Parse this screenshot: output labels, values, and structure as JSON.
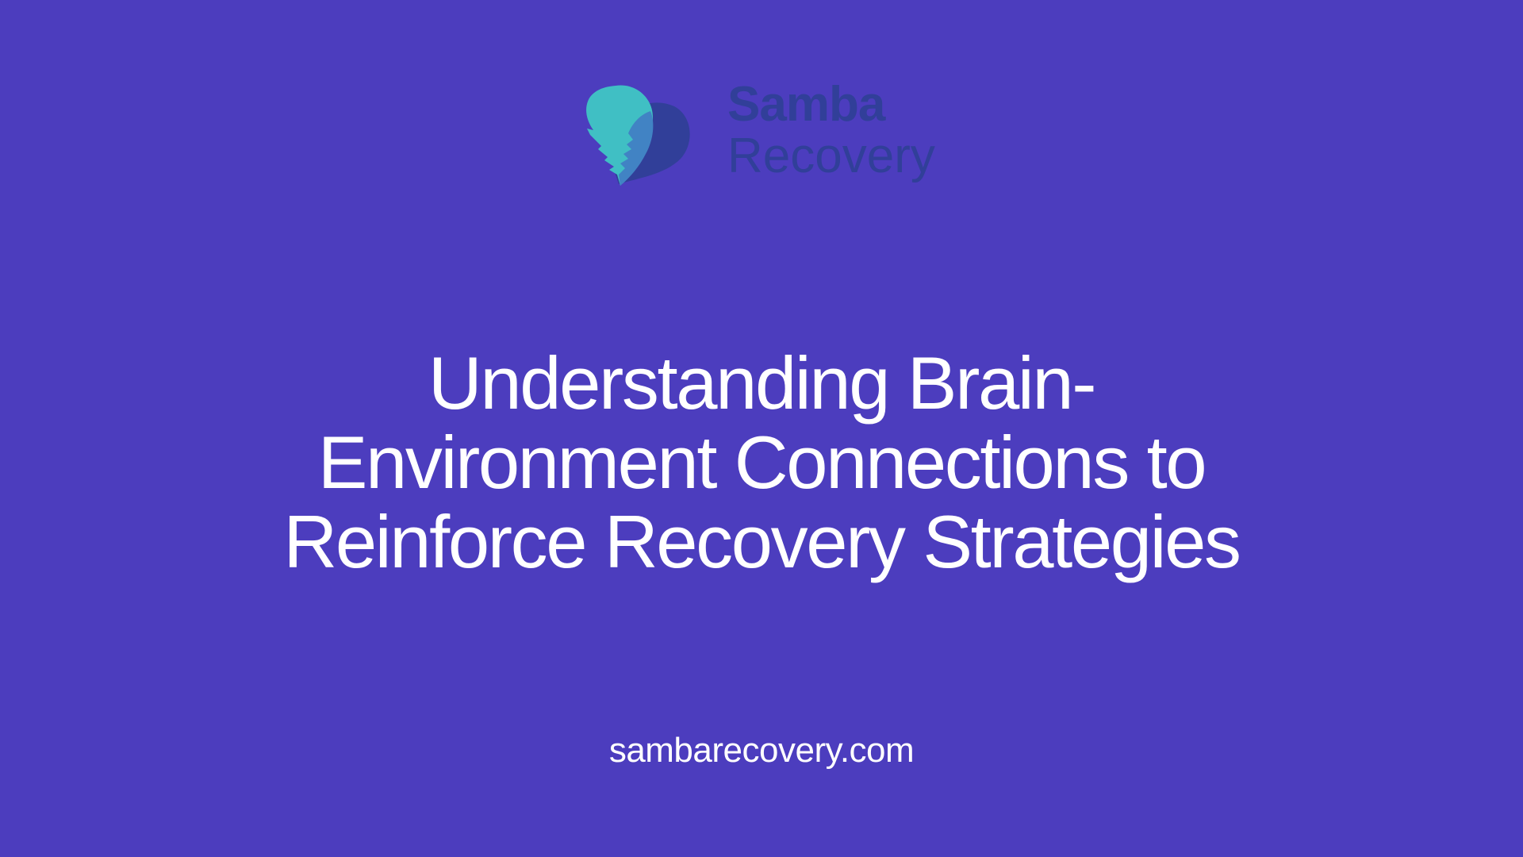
{
  "colors": {
    "background": "#4C3DBE",
    "logo_text": "#313F99",
    "logo_teal": "#40BFC4",
    "logo_mid_blue": "#4183C4",
    "logo_shadow": "#313F99",
    "headline": "#FFFFFF",
    "footer": "#FFFFFF"
  },
  "logo": {
    "icon": "feather-heart-icon",
    "line1": "Samba",
    "line2": "Recovery"
  },
  "headline": {
    "lines": [
      "Understanding Brain-",
      "Environment Connections to",
      "Reinforce Recovery Strategies"
    ]
  },
  "footer": {
    "url": "sambarecovery.com"
  }
}
